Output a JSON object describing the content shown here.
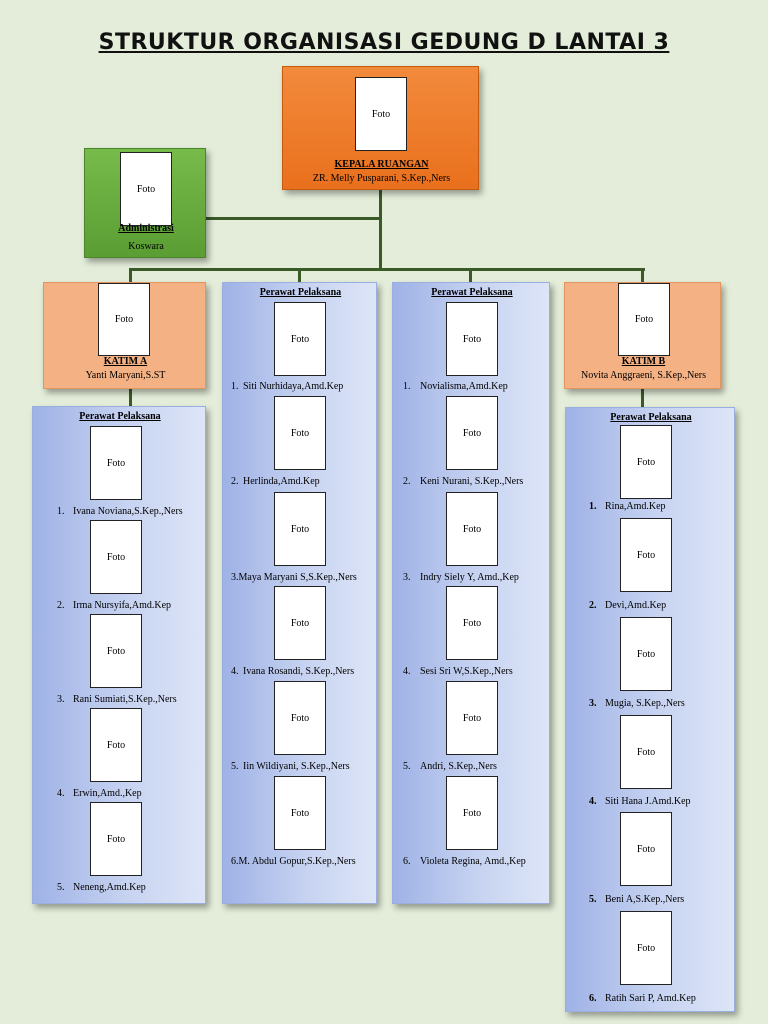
{
  "title": "STRUKTUR ORGANISASI GEDUNG D LANTAI 3",
  "photo_label": "Foto",
  "kepala": {
    "role": "KEPALA RUANGAN",
    "name": "ZR. Melly Pusparani, S.Kep.,Ners"
  },
  "admin": {
    "role": "Administrasi",
    "name": "Koswara"
  },
  "katim_a": {
    "role": "KATIM A",
    "name": "Yanti Maryani,S.ST"
  },
  "katim_b": {
    "role": "KATIM B",
    "name": "Novita Anggraeni, S.Kep.,Ners"
  },
  "colors": {
    "background": "#e3edd9",
    "kepala": "#ee7b28",
    "admin": "#68ad3f",
    "katim": "#f4b183",
    "perawat": "#c7d3f1",
    "connector": "#3a5a26"
  },
  "columns": [
    {
      "header": "Perawat Pelaksana",
      "items": [
        {
          "num": "1.",
          "name": "Ivana Noviana,S.Kep.,Ners"
        },
        {
          "num": "2.",
          "name": "Irma Nursyifa,Amd.Kep"
        },
        {
          "num": "3.",
          "name": "Rani Sumiati,S.Kep.,Ners"
        },
        {
          "num": "4.",
          "name": "Erwin,Amd.,Kep"
        },
        {
          "num": "5.",
          "name": "Neneng,Amd.Kep"
        }
      ]
    },
    {
      "header": "Perawat Pelaksana",
      "items": [
        {
          "num": "1.",
          "name": "Siti Nurhidaya,Amd.Kep"
        },
        {
          "num": "2.",
          "name": "Herlinda,Amd.Kep"
        },
        {
          "num": "3.",
          "name": "Maya Maryani S,S.Kep.,Ners"
        },
        {
          "num": "4.",
          "name": "Ivana Rosandi, S.Kep.,Ners"
        },
        {
          "num": "5.",
          "name": "Iin Wildiyani, S.Kep.,Ners"
        },
        {
          "num": "6.",
          "name": "M. Abdul Gopur,S.Kep.,Ners"
        }
      ]
    },
    {
      "header": "Perawat Pelaksana",
      "items": [
        {
          "num": "1.",
          "name": "Novialisma,Amd.Kep"
        },
        {
          "num": "2.",
          "name": "Keni Nurani, S.Kep.,Ners"
        },
        {
          "num": "3.",
          "name": "Indry Siely Y, Amd.,Kep"
        },
        {
          "num": "4.",
          "name": "Sesi Sri W,S.Kep.,Ners"
        },
        {
          "num": "5.",
          "name": "Andri, S.Kep.,Ners"
        },
        {
          "num": "6.",
          "name": "Violeta Regina, Amd.,Kep"
        }
      ]
    },
    {
      "header": "Perawat Pelaksana",
      "items": [
        {
          "num": "1.",
          "name": "Rina,Amd.Kep"
        },
        {
          "num": "2.",
          "name": "Devi,Amd.Kep"
        },
        {
          "num": "3.",
          "name": "Mugia, S.Kep.,Ners"
        },
        {
          "num": "4.",
          "name": "Siti Hana J.Amd.Kep"
        },
        {
          "num": "5.",
          "name": "Beni A,S.Kep.,Ners"
        },
        {
          "num": "6.",
          "name": "Ratih Sari P, Amd.Kep"
        }
      ]
    }
  ]
}
